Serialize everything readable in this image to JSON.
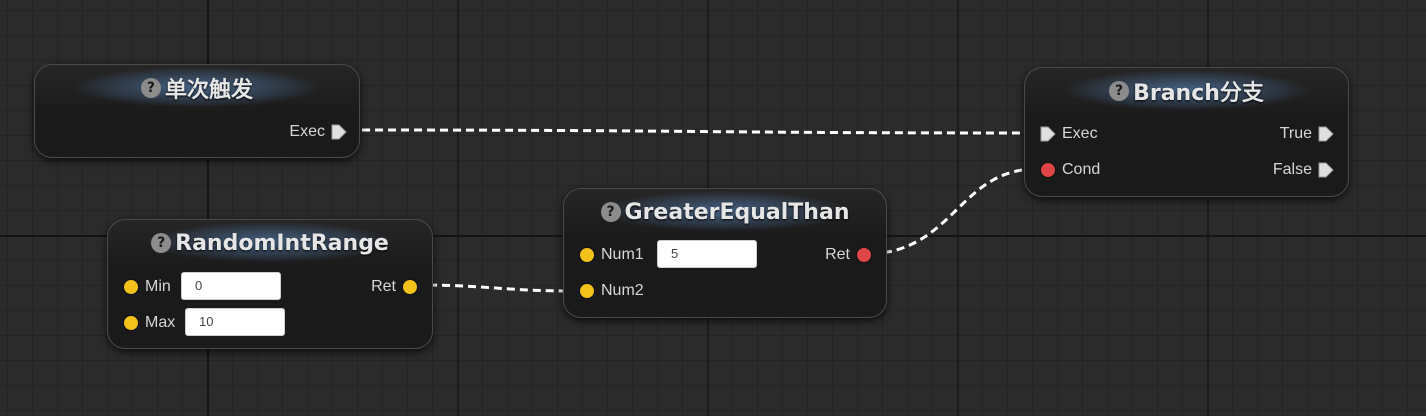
{
  "nodes": {
    "trigger_once": {
      "title": "单次触发",
      "exec_out": "Exec"
    },
    "random_int_range": {
      "title": "RandomIntRange",
      "min_label": "Min",
      "min_value": "0",
      "max_label": "Max",
      "max_value": "10",
      "ret_label": "Ret"
    },
    "greater_equal_than": {
      "title": "GreaterEqualThan",
      "num1_label": "Num1",
      "num1_value": "5",
      "num2_label": "Num2",
      "ret_label": "Ret"
    },
    "branch": {
      "title": "Branch分支",
      "exec_in": "Exec",
      "cond_label": "Cond",
      "true_label": "True",
      "false_label": "False"
    }
  },
  "help_glyph": "?",
  "icons": {
    "help": "help-icon",
    "exec_pin": "exec-arrow-icon",
    "data_pin": "pin-dot-icon"
  },
  "colors": {
    "canvas_bg": "#2b2b2b",
    "node_bg": "#1a1a1a",
    "title_glow": "#5c8cc6",
    "pin_yellow": "#f2c21b",
    "pin_red": "#e04646",
    "exec_pin": "#e0e0e0",
    "wire": "#ffffff"
  }
}
